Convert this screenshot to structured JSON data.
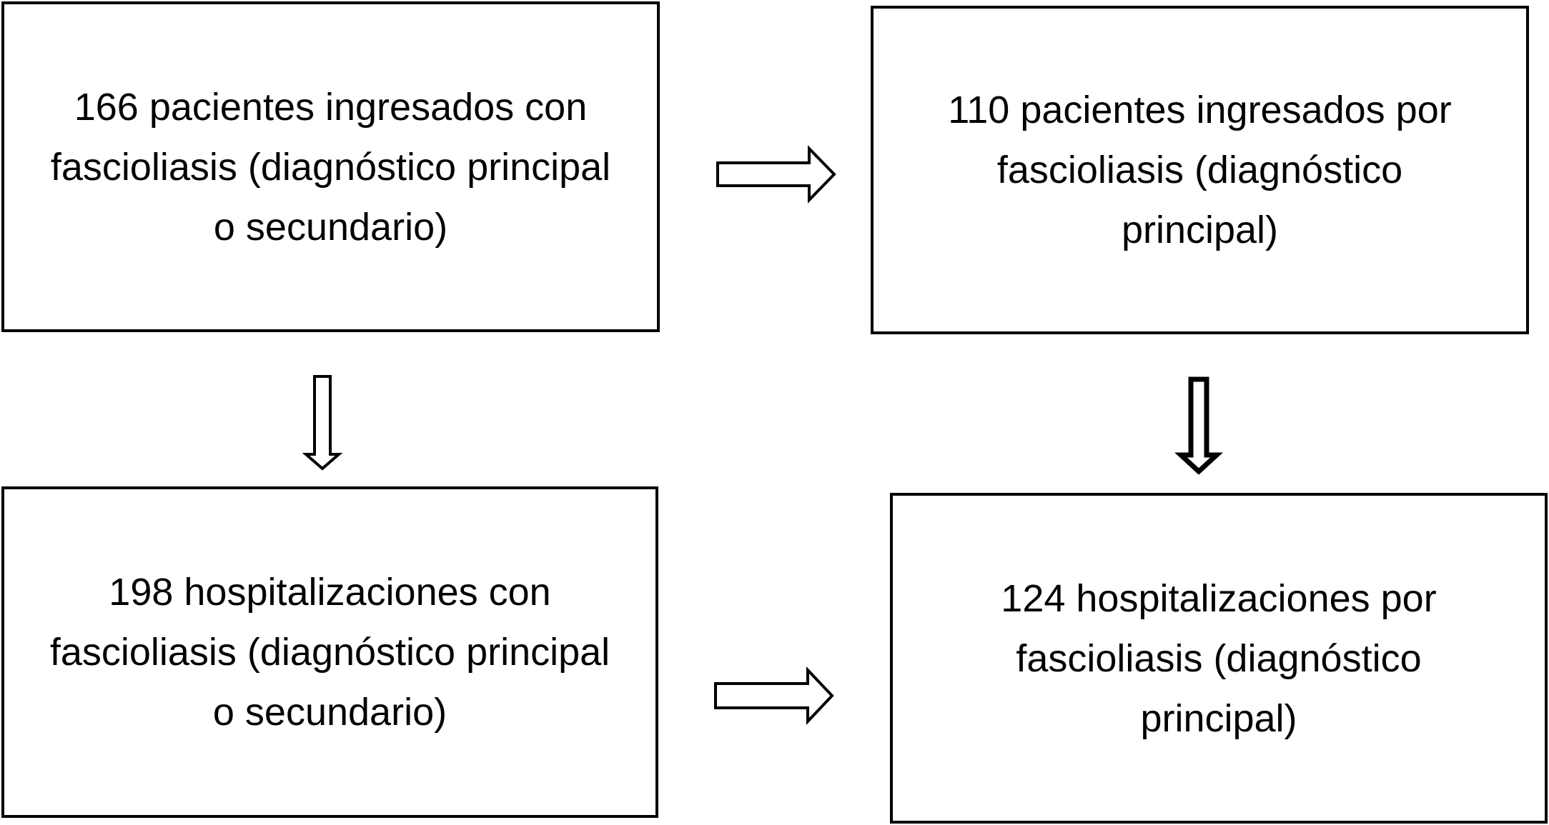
{
  "boxes": {
    "top_left": {
      "lines": [
        "166 pacientes ingresados con",
        "fascioliasis (diagnóstico principal",
        "o secundario)"
      ]
    },
    "top_right": {
      "lines": [
        "110 pacientes ingresados por",
        "fascioliasis (diagnóstico",
        "principal)"
      ]
    },
    "bottom_left": {
      "lines": [
        "198 hospitalizaciones con",
        "fascioliasis (diagnóstico principal",
        "o secundario)"
      ]
    },
    "bottom_right": {
      "lines": [
        "124 hospitalizaciones por",
        "fascioliasis (diagnóstico",
        "principal)"
      ]
    }
  },
  "arrows": [
    "top_left → top_right",
    "top_left → bottom_left",
    "top_right → bottom_right",
    "bottom_left → bottom_right"
  ],
  "colors": {
    "stroke": "#000000",
    "background": "#ffffff",
    "text": "#000000"
  },
  "icons": {
    "arrow": "hollow-block-arrow-icon"
  }
}
